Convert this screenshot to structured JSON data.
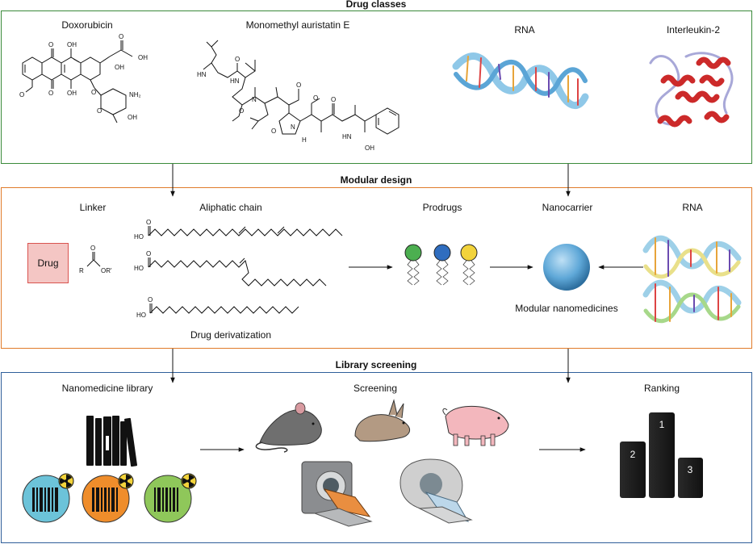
{
  "sections": {
    "drug_classes": {
      "title": "Drug classes",
      "items": [
        "Doxorubicin",
        "Monomethyl auristatin E",
        "RNA",
        "Interleukin-2"
      ]
    },
    "modular_design": {
      "title": "Modular design",
      "linker": "Linker",
      "drug_box": "Drug",
      "aliphatic_chain": "Aliphatic chain",
      "drug_derivatization": "Drug derivatization",
      "prodrugs": "Prodrugs",
      "nanocarrier": "Nanocarrier",
      "rna": "RNA",
      "modular_nanomedicines": "Modular nanomedicines"
    },
    "library_screening": {
      "title": "Library screening",
      "nanomedicine_library": "Nanomedicine library",
      "screening": "Screening",
      "ranking": "Ranking",
      "podium": [
        "1",
        "2",
        "3"
      ]
    }
  },
  "chem_labels": {
    "O": "O",
    "OH": "OH",
    "NH2": "NH₂",
    "HN": "HN",
    "NH": "HN",
    "N": "N",
    "H": "H",
    "R": "R",
    "OR": "OR'",
    "HO": "HO"
  },
  "colors": {
    "drug_classes_border": "#3a8a3a",
    "modular_design_border": "#e07b2a",
    "library_screening_border": "#2f5f9a",
    "drug_box_fill": "#f4c6c4",
    "drug_box_border": "#d9534f",
    "prodrug_green": "#4caf50",
    "prodrug_blue": "#2f6dbf",
    "prodrug_yellow": "#f2d33b",
    "nanocarrier": "#5fa8d8",
    "protein_red": "#cc2a2a"
  }
}
